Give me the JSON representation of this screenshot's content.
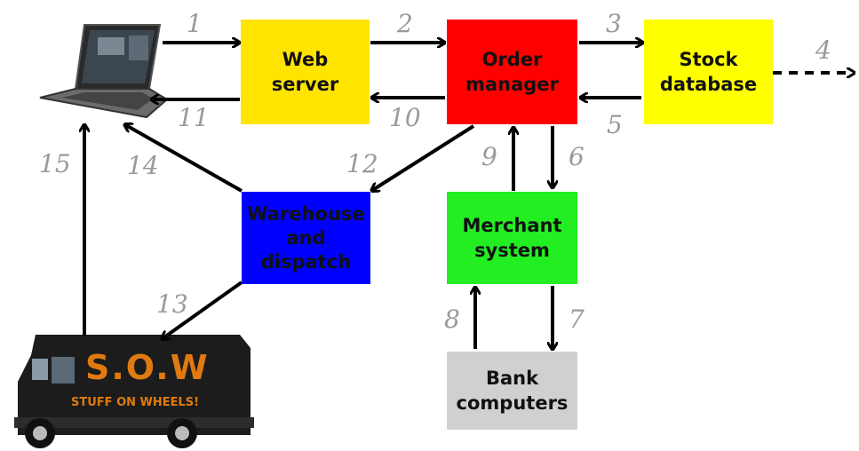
{
  "boxes": {
    "web_server": {
      "label": "Web\nserver",
      "color": "#ffe400"
    },
    "order_manager": {
      "label": "Order\nmanager",
      "color": "#ff0000"
    },
    "stock_database": {
      "label": "Stock\ndatabase",
      "color": "#ffff00"
    },
    "warehouse": {
      "label": "Warehouse\nand\ndispatch",
      "color": "#0000ff"
    },
    "merchant": {
      "label": "Merchant\nsystem",
      "color": "#22ee22"
    },
    "bank": {
      "label": "Bank\ncomputers",
      "color": "#d0d0d0"
    }
  },
  "arrow_numbers": [
    "1",
    "2",
    "3",
    "4",
    "5",
    "6",
    "7",
    "8",
    "9",
    "10",
    "11",
    "12",
    "13",
    "14",
    "15"
  ],
  "van": {
    "brand": "S.O.W",
    "slogan": "STUFF ON WHEELS!",
    "brand_color": "#e07a10"
  },
  "icons": [
    "laptop-icon",
    "delivery-van-icon"
  ]
}
